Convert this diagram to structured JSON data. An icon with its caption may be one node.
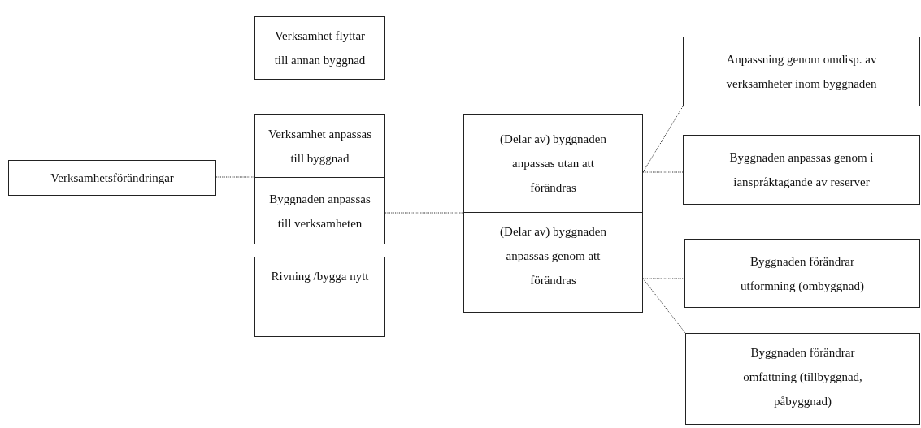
{
  "diagram": {
    "nodes": [
      {
        "text": [
          "Verksamhetsförändringar"
        ]
      },
      {
        "text": [
          "Verksamhet flyttar till annan byggnad"
        ]
      },
      {
        "text": [
          "Verksamhet anpassas till byggnad"
        ]
      },
      {
        "text": [
          "Byggnaden anpassas till verksamheten"
        ]
      },
      {
        "text": [
          "Rivning /bygga nytt"
        ]
      },
      {
        "text": [
          "(Delar av) byggnaden anpassas utan att förändras"
        ]
      },
      {
        "text": [
          "(Delar av) byggnaden anpassas genom att förändras"
        ]
      },
      {
        "text": [
          "Anpassning genom omdisp. av verksamheter inom byggnaden"
        ]
      },
      {
        "text": [
          "Byggnaden anpassas genom i ianspråktagande av reserver"
        ]
      },
      {
        "text": [
          "Byggnaden förändrar utformning (ombyggnad)"
        ]
      },
      {
        "text": [
          "Byggnaden förändrar omfattning (tillbyggnad, påbyggnad)"
        ]
      }
    ],
    "edges": [
      {
        "from": 0,
        "to": 2,
        "arrow": "none"
      },
      {
        "from": 0,
        "to": 3,
        "arrow": "none"
      },
      {
        "from": 3,
        "to": 5,
        "arrow": "none"
      },
      {
        "from": 3,
        "to": 6,
        "arrow": "none"
      },
      {
        "from": 5,
        "to": 7,
        "arrow": "none"
      },
      {
        "from": 5,
        "to": 8,
        "arrow": "none"
      },
      {
        "from": 6,
        "to": 9,
        "arrow": "none"
      },
      {
        "from": 6,
        "to": 10,
        "arrow": "none"
      }
    ]
  }
}
